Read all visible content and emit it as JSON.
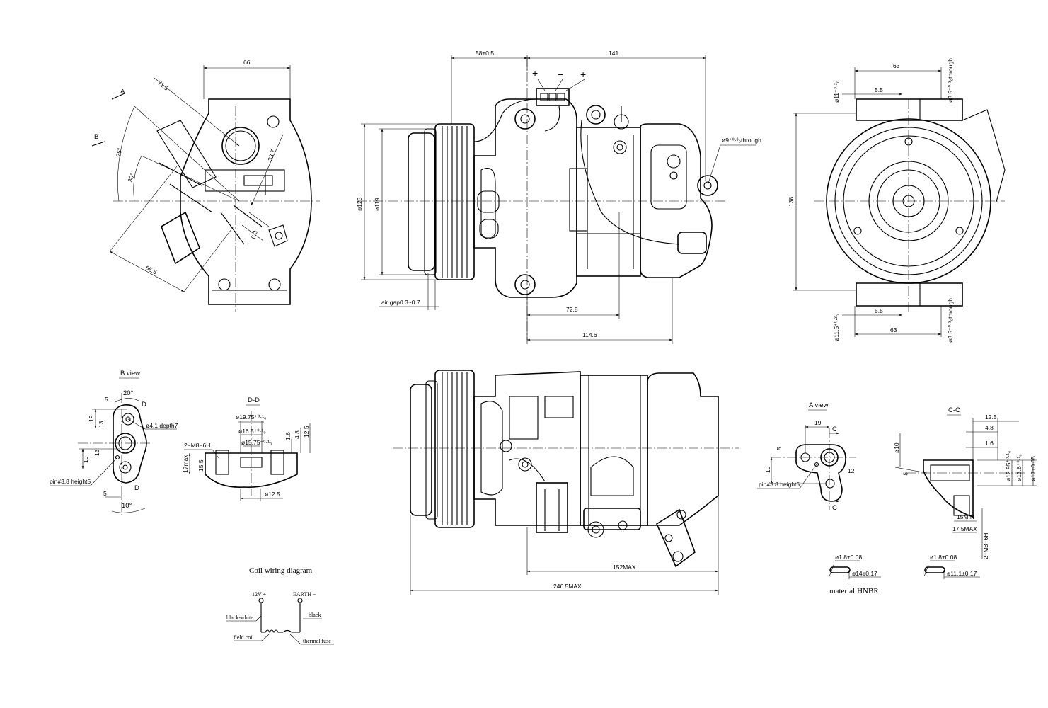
{
  "front_view": {
    "dims": {
      "width": "66",
      "angle_a_dim": "71.5",
      "angle_25": "25°",
      "angle_30": "30°",
      "d_33_7": "33.7",
      "d_65_5": "65.5",
      "d_6_3": "6.3"
    },
    "section_marks": {
      "a": "A",
      "b": "B"
    }
  },
  "side_view": {
    "dims": {
      "top_left": "58±0.5",
      "top_right": "141",
      "dia_outer": "ø123",
      "dia_inner": "ø119",
      "air_gap": "air gap0.3~0.7",
      "d_72_8": "72.8",
      "d_114_6": "114.6",
      "hole": "ø9⁺⁰·³₀through"
    },
    "terminals": {
      "plus1": "+",
      "minus": "−",
      "plus2": "+"
    }
  },
  "rear_view": {
    "dims": {
      "top_63": "63",
      "top_5_5": "5.5",
      "top_dia": "ø11⁺⁰·²₀",
      "top_hole": "ø8.5⁺⁰·³₀through",
      "height": "138",
      "bot_63": "63",
      "bot_5_5": "5.5",
      "bot_dia": "ø11.5⁺⁰·²₀",
      "bot_hole": "ø8.5⁺⁰·³₀through"
    }
  },
  "b_view": {
    "title": "B view",
    "dims": {
      "angle_20": "20°",
      "d_5": "5",
      "d_19": "19",
      "d_13": "13",
      "d_19b": "19",
      "d_13b": "13",
      "d_5b": "5",
      "angle_10": "10°",
      "hole": "ø4.1  depth7",
      "pin": "pin#3.8  height5"
    },
    "marks": {
      "d_top": "D",
      "d_bottom": "D"
    }
  },
  "dd_section": {
    "title": "D-D",
    "dims": {
      "d1": "ø19.75⁺⁰·¹₀",
      "d2": "ø16.5⁺⁰·¹₀",
      "d3": "ø15.75⁺⁰·¹₀",
      "thread": "2−M8−6H",
      "d_17max": "17max",
      "d_15_5": "15.5",
      "d_1_6": "1.6",
      "d_4_8": "4.8",
      "d_12_5": "12.5",
      "d_12_5_dia": "ø12.5"
    }
  },
  "bottom_view": {
    "dims": {
      "d_152max": "152MAX",
      "d_246_5max": "246.5MAX"
    }
  },
  "a_view": {
    "title": "A view",
    "dims": {
      "d_19": "19",
      "d_5": "5",
      "d_19b": "19",
      "d_12": "12",
      "pin": "pin#3.8  height5"
    },
    "marks": {
      "c_top": "C",
      "c_bottom": "C"
    }
  },
  "cc_section": {
    "title": "C-C",
    "dims": {
      "d_12_5": "12.5",
      "d_4_8": "4.8",
      "d_1_6": "1.6",
      "d_10": "ø10",
      "d_5": "5",
      "d1": "ø12.95⁺⁰·¹₀",
      "d2": "ø13.6⁺⁰·¹₀",
      "d3": "ø17±0.05",
      "d_15min": "15MIN",
      "d_17_5max": "17.5MAX",
      "thread": "2−M8−6H"
    }
  },
  "orings": {
    "ring1": {
      "section": "ø1.8±0.08",
      "diameter": "ø14±0.17"
    },
    "ring2": {
      "section": "ø1.8±0.08",
      "diameter": "ø11.1±0.17"
    },
    "material": "material:HNBR"
  },
  "coil_wiring": {
    "title": "Coil wiring diagram",
    "labels": {
      "v12": "12V +",
      "earth": "EARTH −",
      "black_white": "black-white",
      "black": "black",
      "field_coil": "field coil",
      "thermal_fuse": "thermal fuse"
    }
  }
}
